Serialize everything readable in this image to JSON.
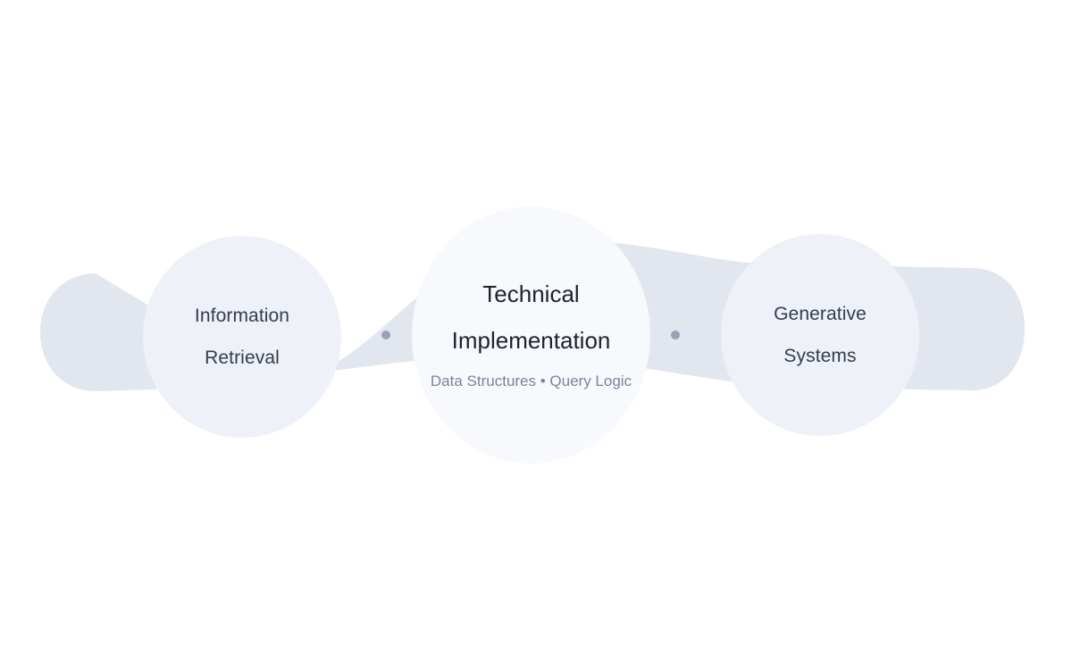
{
  "diagram": {
    "type": "three-stage-horizontal-flow",
    "background_color": "#ffffff",
    "band_color": "#e2e7ef",
    "side_node_fill": "#eef1f7",
    "center_node_fill": "#f7f9fc",
    "connector_dot_color": "#99a2b4",
    "heading_color": "#1c2331",
    "side_label_color": "#333d4d",
    "subtitle_color": "#7b849a",
    "nodes": [
      {
        "id": "information-retrieval",
        "role": "left",
        "lines": [
          "Information",
          "Retrieval"
        ]
      },
      {
        "id": "technical-implementation",
        "role": "center",
        "lines": [
          "Technical",
          "Implementation"
        ],
        "subtitle": "Data Structures • Query Logic"
      },
      {
        "id": "generative-systems",
        "role": "right",
        "lines": [
          "Generative",
          "Systems"
        ]
      }
    ],
    "connectors": [
      {
        "id": "left-to-center",
        "glyph": "dot"
      },
      {
        "id": "center-to-right",
        "glyph": "dot"
      }
    ]
  }
}
